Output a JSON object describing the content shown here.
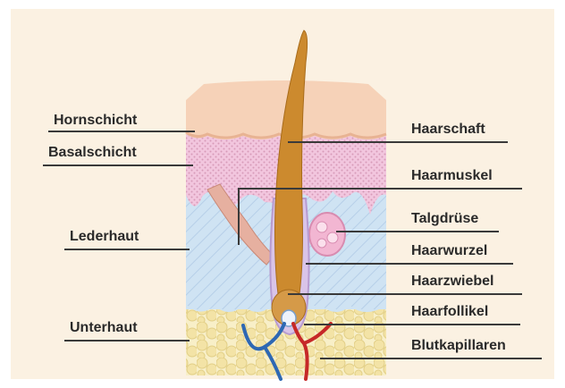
{
  "labels": {
    "left": [
      "Hornschicht",
      "Basalschicht",
      "Lederhaut",
      "Unterhaut"
    ],
    "right": [
      "Haarschaft",
      "Haarmuskel",
      "Talgdrüse",
      "Haarwurzel",
      "Haarzwiebel",
      "Haarfollikel",
      "Blutkapillaren"
    ]
  },
  "colors": {
    "background": "#fbf1e2",
    "horn_layer": "#f6d2b8",
    "basal_layer": "#f2c6de",
    "dermis": "#cfe3f3",
    "subcutis_fat": "#f3e3a6",
    "hair": "#cc8a2e",
    "artery": "#c62828",
    "vein": "#2e68b3",
    "sebaceous_gland": "#f2b6d2"
  }
}
